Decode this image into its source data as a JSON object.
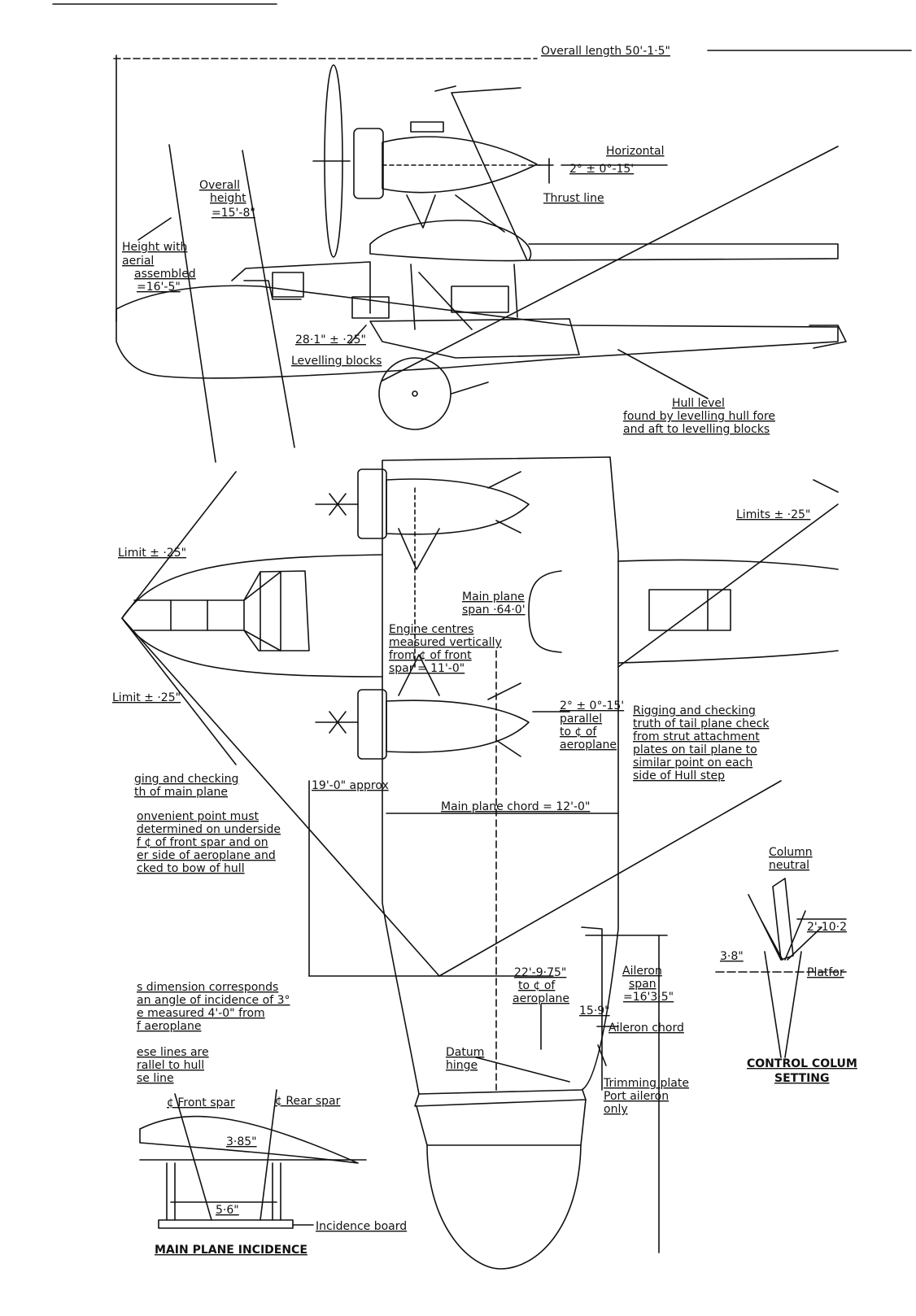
{
  "labels": {
    "overall_length": "Overall length  50'-1·5\"",
    "horizontal": "Horizontal",
    "thrust_angle": "2° ± 0°-15'",
    "thrust_line": "Thrust line",
    "overall_height_1": "Overall",
    "overall_height_2": "height",
    "overall_height_3": "=15'-8\"",
    "aerial_1": "Height with",
    "aerial_2": "aerial",
    "aerial_3": "assembled",
    "aerial_4": "=16'-5\"",
    "levelling_dim": "28·1\" ± ·25\"",
    "levelling_blocks": "Levelling blocks",
    "hull_level_1": "Hull level",
    "hull_level_2": "found by levelling hull fore",
    "hull_level_3": "and aft to levelling blocks",
    "limits_right": "Limits ± ·25\"",
    "limit_top": "Limit ± ·25\"",
    "limit_bottom": "Limit ± ·25\"",
    "span_1": "Main plane",
    "span_2": "span ·64·0'",
    "engine_1": "Engine centres",
    "engine_2": "measured vertically",
    "engine_3": "from ¢ of front",
    "engine_4": "spar = 11'-0\"",
    "parallel_1": "2° ± 0°-15'",
    "parallel_2": "parallel",
    "parallel_3": "to ¢ of",
    "parallel_4": "aeroplane",
    "tail_1": "Rigging and checking",
    "tail_2": "truth of tail plane check",
    "tail_3": "from strut attachment",
    "tail_4": "plates on tail plane to",
    "tail_5": "similar point on each",
    "tail_6": "side of Hull step",
    "rig_main_1": "ging and checking",
    "rig_main_2": "th of main plane",
    "approx": "19'-0\" approx",
    "conv_1": "onvenient point must",
    "conv_2": "determined on underside",
    "conv_3": "f ¢ of front spar and on",
    "conv_4": "er side of aeroplane and",
    "conv_5": "cked to bow of hull",
    "chord": "Main plane chord = 12'-0\"",
    "column_1": "Column",
    "column_2": "neutral",
    "column_dim": "2'-10·2",
    "dim_38": "3·8\"",
    "platform": "Platfor",
    "ccs_1": "CONTROL COLUM",
    "ccs_2": "SETTING",
    "dimcorr_1": "s dimension corresponds",
    "dimcorr_2": "an angle of incidence of 3°",
    "dimcorr_3": "e measured 4'-0\" from",
    "dimcorr_4": "f aeroplane",
    "lines_1": "ese lines are",
    "lines_2": "rallel to hull",
    "lines_3": "se line",
    "dim_22": "22'-9·75\"",
    "dim_22b": "to ¢ of",
    "dim_22c": "aeroplane",
    "aileron_span_1": "Aileron",
    "aileron_span_2": "span",
    "aileron_span_3": "=16'3·5\"",
    "dim_159": "15·9\"",
    "aileron_chord": "Aileron chord",
    "datum_1": "Datum",
    "datum_2": "hinge",
    "trim_1": "Trimming plate",
    "trim_2": "Port aileron",
    "trim_3": "only",
    "front_spar": "¢ Front spar",
    "rear_spar": "¢ Rear spar",
    "dim_385": "3·85\"",
    "dim_56": "5·6\"",
    "incidence_board": "Incidence board",
    "main_plane_incidence": "MAIN PLANE INCIDENCE"
  }
}
